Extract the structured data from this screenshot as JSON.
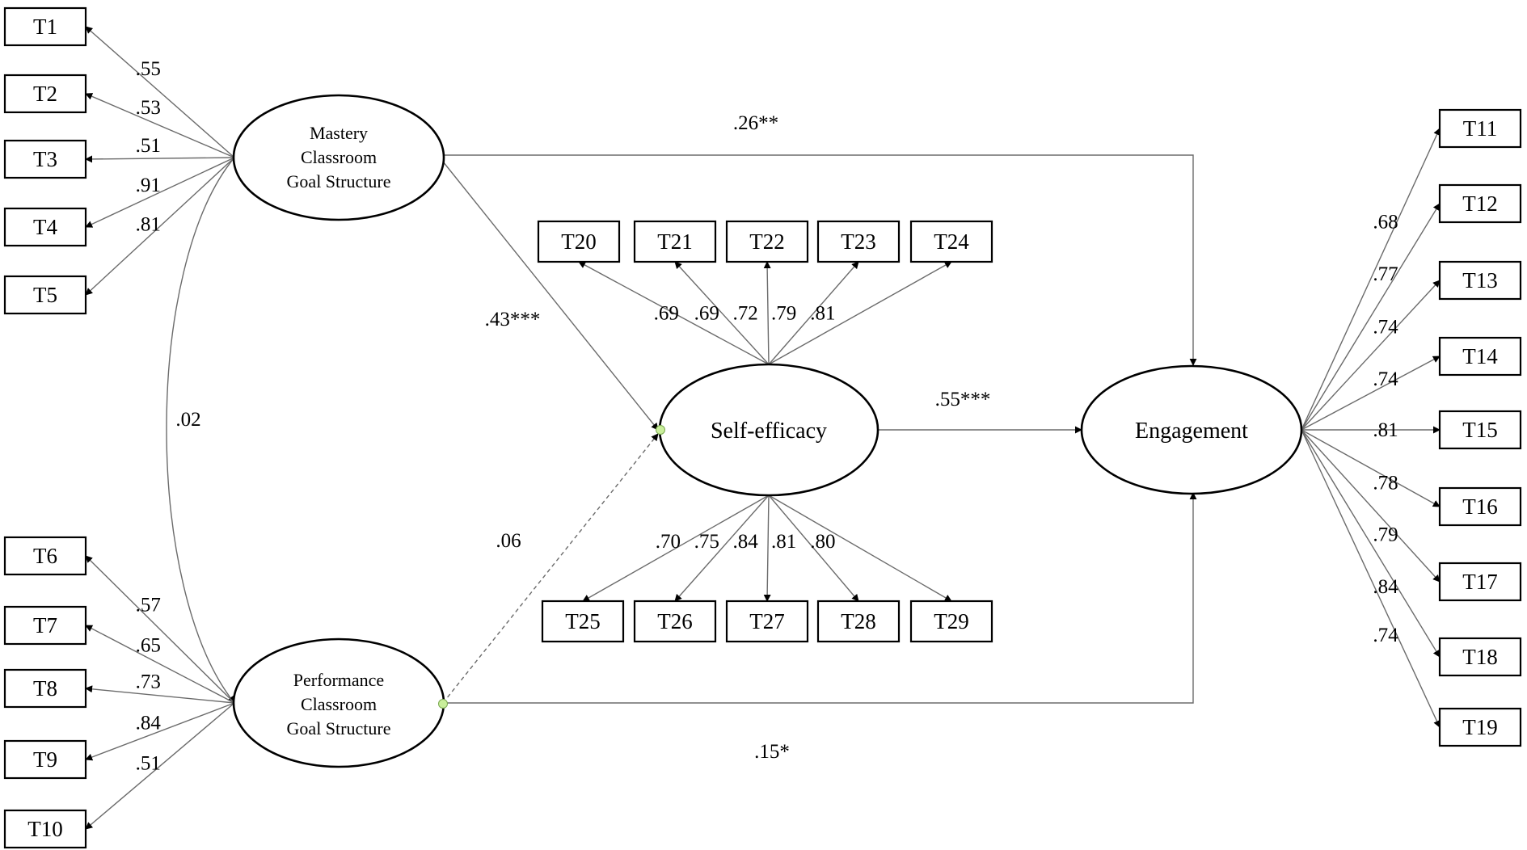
{
  "colors": {
    "line": "#6b6b6b",
    "box_stroke": "#000000",
    "marker_dot": "#c9ee9b"
  },
  "latents": {
    "mastery": [
      "Mastery",
      "Classroom",
      "Goal Structure"
    ],
    "performance": [
      "Performance",
      "Classroom",
      "Goal Structure"
    ],
    "self_efficacy": "Self-efficacy",
    "engagement": "Engagement"
  },
  "indicators": {
    "mastery": [
      {
        "label": "T1",
        "loading": ".55"
      },
      {
        "label": "T2",
        "loading": ".53"
      },
      {
        "label": "T3",
        "loading": ".51"
      },
      {
        "label": "T4",
        "loading": ".91"
      },
      {
        "label": "T5",
        "loading": ".81"
      }
    ],
    "performance": [
      {
        "label": "T6",
        "loading": ".57"
      },
      {
        "label": "T7",
        "loading": ".65"
      },
      {
        "label": "T8",
        "loading": ".73"
      },
      {
        "label": "T9",
        "loading": ".84"
      },
      {
        "label": "T10",
        "loading": ".51"
      }
    ],
    "self_efficacy_top": [
      {
        "label": "T20",
        "loading": ".69"
      },
      {
        "label": "T21",
        "loading": ".69"
      },
      {
        "label": "T22",
        "loading": ".72"
      },
      {
        "label": "T23",
        "loading": ".79"
      },
      {
        "label": "T24",
        "loading": ".81"
      }
    ],
    "self_efficacy_bottom": [
      {
        "label": "T25",
        "loading": ".70"
      },
      {
        "label": "T26",
        "loading": ".75"
      },
      {
        "label": "T27",
        "loading": ".84"
      },
      {
        "label": "T28",
        "loading": ".81"
      },
      {
        "label": "T29",
        "loading": ".80"
      }
    ],
    "engagement": [
      {
        "label": "T11",
        "loading": ".68"
      },
      {
        "label": "T12",
        "loading": ".77"
      },
      {
        "label": "T13",
        "loading": ".74"
      },
      {
        "label": "T14",
        "loading": ".74"
      },
      {
        "label": "T15",
        "loading": ".81"
      },
      {
        "label": "T16",
        "loading": ".78"
      },
      {
        "label": "T17",
        "loading": ".79"
      },
      {
        "label": "T18",
        "loading": ".84"
      },
      {
        "label": "T19",
        "loading": ".74"
      }
    ]
  },
  "paths": {
    "mastery_to_engagement": ".26**",
    "mastery_to_self_efficacy": ".43***",
    "performance_to_self_efficacy": ".06",
    "performance_to_engagement": ".15*",
    "self_efficacy_to_engagement": ".55***",
    "mastery_performance_covariance": ".02"
  }
}
